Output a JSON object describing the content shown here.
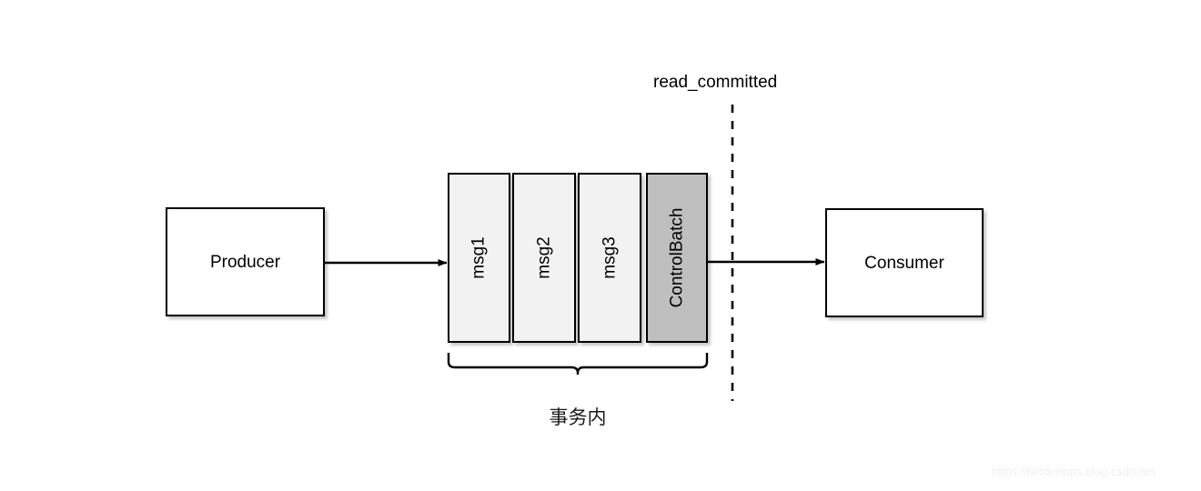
{
  "diagram": {
    "title_label": "read_committed",
    "transaction_label": "事务内",
    "watermark": "https://hiddenpps.blog.csdn.net",
    "nodes": [
      {
        "id": "producer",
        "label": "Producer"
      },
      {
        "id": "consumer",
        "label": "Consumer"
      }
    ],
    "message_boxes": [
      {
        "label": "msg1",
        "fill": "#f2f2f2"
      },
      {
        "label": "msg2",
        "fill": "#f2f2f2"
      },
      {
        "label": "msg3",
        "fill": "#f2f2f2"
      },
      {
        "label": "ControlBatch",
        "fill": "#bfbfbf"
      }
    ],
    "connectors": [
      {
        "id": "producer-to-log",
        "from": "producer",
        "to": "msg1"
      },
      {
        "id": "log-to-consumer",
        "from": "ControlBatch",
        "to": "consumer"
      }
    ],
    "boundary": {
      "id": "read-committed-boundary",
      "style": "dashed"
    },
    "colors": {
      "stroke": "#000000",
      "background": "#ffffff",
      "message_fill": "#f2f2f2",
      "control_batch_fill": "#bfbfbf",
      "watermark": "#efefef"
    }
  }
}
